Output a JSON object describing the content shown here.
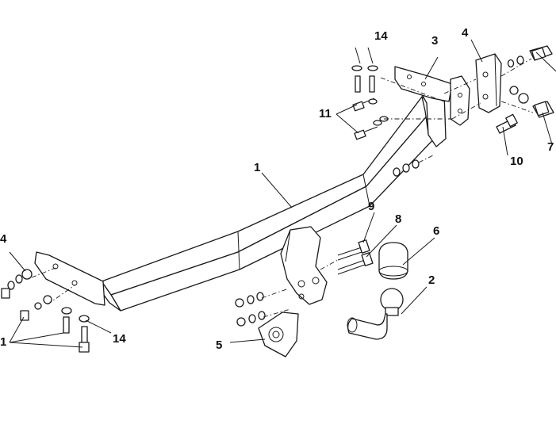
{
  "callouts": {
    "c1_bar": "1",
    "c1_left": "1",
    "c2": "2",
    "c3": "3",
    "c4": "4",
    "c4_left": "4",
    "c5": "5",
    "c6": "6",
    "c7": "7",
    "c8": "8",
    "c9": "9",
    "c10": "10",
    "c11": "11",
    "c14_top": "14",
    "c14_bottom": "14"
  },
  "colors": {
    "line": "#1a1a1a",
    "fill": "#ffffff"
  }
}
